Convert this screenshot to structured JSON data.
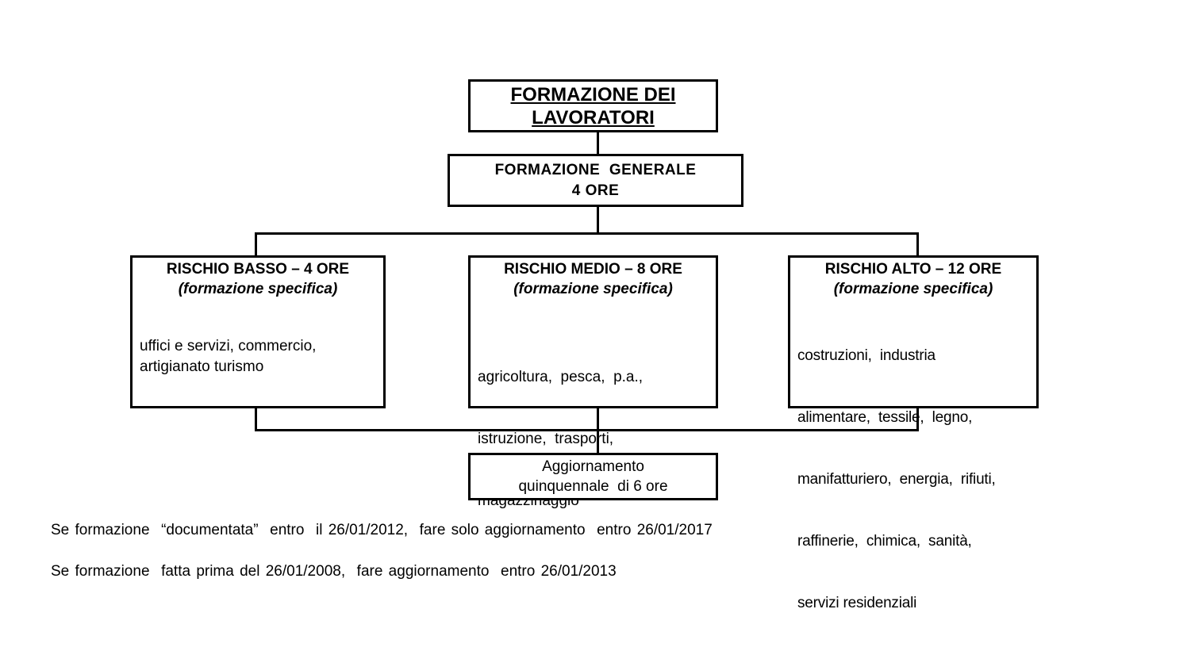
{
  "diagram": {
    "root": {
      "title_line1": "FORMAZIONE DEI",
      "title_line2": "LAVORATORI"
    },
    "general": {
      "line1": "FORMAZIONE  GENERALE",
      "line2": "4 ORE"
    },
    "risks": [
      {
        "title": "RISCHIO BASSO – 4 ORE",
        "subtitle": "(formazione specifica)",
        "description_lines": [
          "uffici e servizi, commercio,",
          "artigianato turismo"
        ]
      },
      {
        "title": "RISCHIO MEDIO – 8 ORE",
        "subtitle": "(formazione specifica)",
        "description_lines": [
          "agricoltura,  pesca,  p.a.,",
          "istruzione,  trasporti,",
          "magazzinaggio"
        ]
      },
      {
        "title": "RISCHIO ALTO – 12 ORE",
        "subtitle": "(formazione specifica)",
        "description_lines": [
          "costruzioni,  industria",
          "alimentare,  tessile,  legno,",
          "manifatturiero,  energia,  rifiuti,",
          "raffinerie,  chimica,  sanità,",
          "servizi residenziali"
        ]
      }
    ],
    "update": {
      "line1": "Aggiornamento",
      "line2": "quinquennale  di 6 ore"
    }
  },
  "notes": [
    "Se formazione  “documentata”  entro  il 26/01/2012,  fare solo aggiornamento  entro 26/01/2017",
    "Se formazione  fatta prima del 26/01/2008,  fare aggiornamento  entro 26/01/2013"
  ]
}
